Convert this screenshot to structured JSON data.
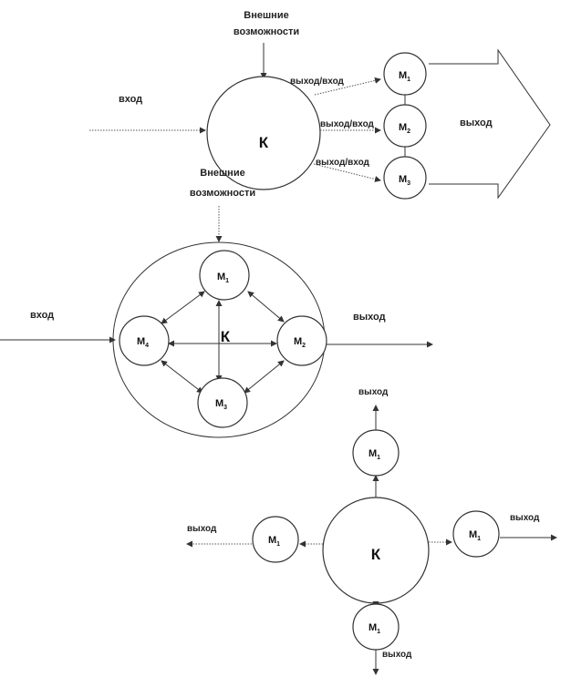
{
  "labels": {
    "external1": [
      "Внешние",
      "возможности"
    ],
    "external2": [
      "Внешние",
      "возможности"
    ],
    "input": "вход",
    "output": "выход",
    "output_input": "выход/вход",
    "core": "К",
    "module_prefix": "М",
    "idx1": "1",
    "idx2": "2",
    "idx3": "3",
    "idx4": "4"
  }
}
